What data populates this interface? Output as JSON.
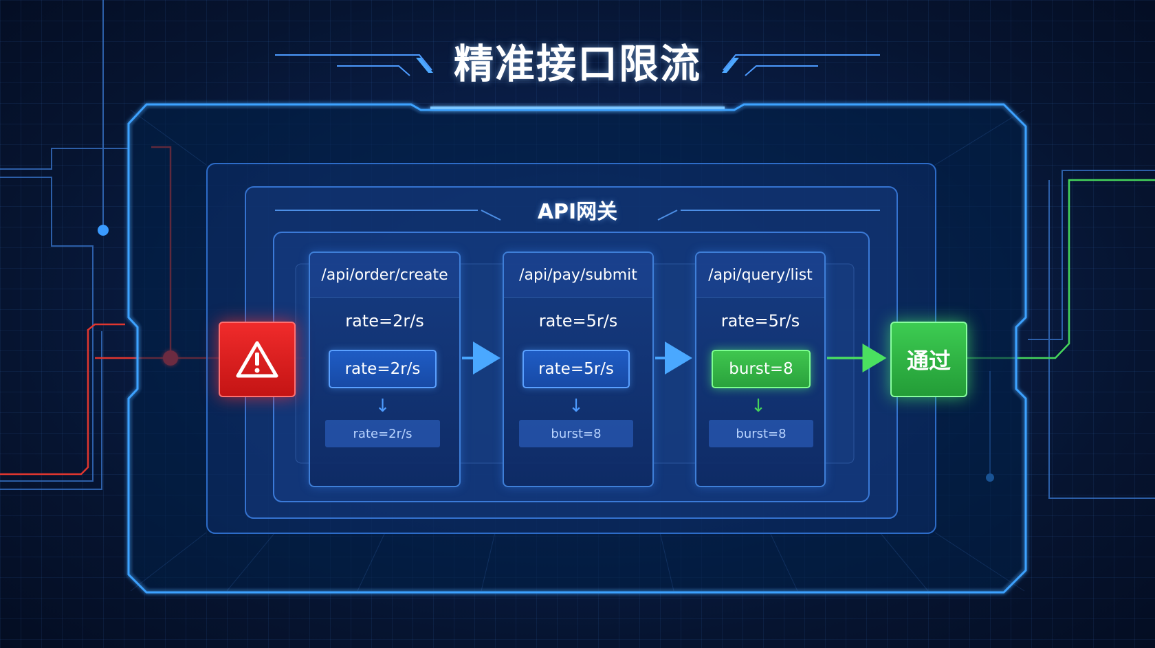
{
  "title": "精准接口限流",
  "gateway": {
    "title": "API网关"
  },
  "routes": [
    {
      "path": "/api/order/create",
      "rate": "rate=2r/s",
      "button": "rate=2r/s",
      "footer": "rate=2r/s",
      "button_style": "blue"
    },
    {
      "path": "/api/pay/submit",
      "rate": "rate=5r/s",
      "button": "rate=5r/s",
      "footer": "burst=8",
      "button_style": "blue"
    },
    {
      "path": "/api/query/list",
      "rate": "rate=5r/s",
      "button": "burst=8",
      "footer": "burst=8",
      "button_style": "green"
    }
  ],
  "nodes": {
    "blocked_icon": "warning-icon",
    "pass_label": "通过"
  },
  "colors": {
    "accent_blue": "#3f9bff",
    "alert_red": "#e82020",
    "pass_green": "#35c14a"
  }
}
